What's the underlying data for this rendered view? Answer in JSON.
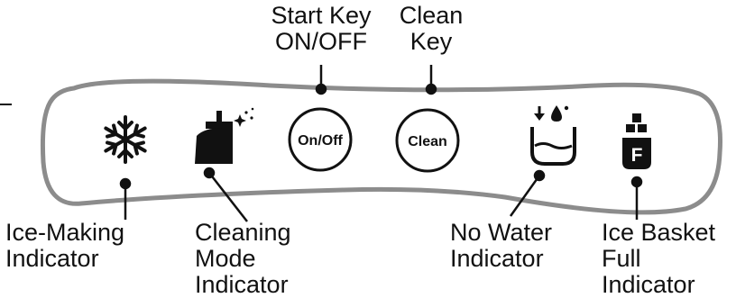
{
  "colors": {
    "panel_outline": "#8c8c8c",
    "ink": "#111111",
    "background": "#ffffff"
  },
  "buttons": {
    "onoff": {
      "label": "On/Off"
    },
    "clean": {
      "label": "Clean"
    }
  },
  "icons": {
    "ice_making": "snowflake-icon",
    "cleaning_mode": "brush-sparkle-icon",
    "no_water": "water-tank-icon",
    "ice_basket_full": "ice-basket-full-icon",
    "ice_basket_letter": "F"
  },
  "callouts": {
    "start_key": {
      "lines": [
        "Start Key",
        "ON/OFF"
      ]
    },
    "clean_key": {
      "lines": [
        "Clean",
        "Key"
      ]
    },
    "ice_making": {
      "lines": [
        "Ice-Making",
        "Indicator"
      ]
    },
    "cleaning_mode": {
      "lines": [
        "Cleaning",
        "Mode",
        "Indicator"
      ]
    },
    "no_water": {
      "lines": [
        "No Water",
        "Indicator"
      ]
    },
    "ice_basket_full": {
      "lines": [
        "Ice Basket",
        "Full",
        "Indicator"
      ]
    }
  }
}
